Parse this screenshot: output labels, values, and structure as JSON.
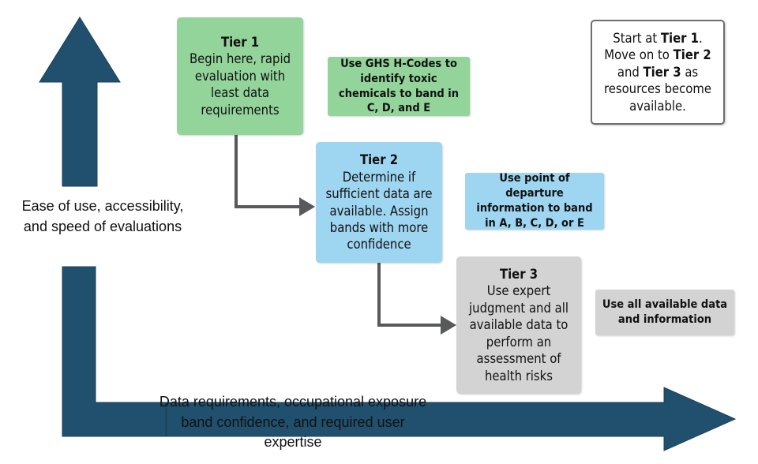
{
  "diagram": {
    "title_note": {
      "line1_prefix": "Start at ",
      "line1_bold": "Tier 1",
      "line1_suffix": ".",
      "line2_prefix": "Move on to ",
      "line2_bold": "Tier 2",
      "line3_prefix": "and ",
      "line3_bold": "Tier 3",
      "line3_suffix": " as",
      "line4": "resources become",
      "line5": "available."
    },
    "tiers": [
      {
        "id": "tier-1",
        "title": "Tier 1",
        "body": "Begin here, rapid evaluation with least data requirements",
        "color": "#93d49a",
        "callout": "Use GHS H-Codes to identify toxic chemicals to band in C, D, and E"
      },
      {
        "id": "tier-2",
        "title": "Tier 2",
        "body": "Determine if sufficient data are available. Assign bands with more confidence",
        "color": "#9ed5f0",
        "callout": "Use point of departure information to band in A, B, C, D, or E"
      },
      {
        "id": "tier-3",
        "title": "Tier 3",
        "body": "Use expert judgment and all available data to perform an assessment of health risks",
        "color": "#d3d3d3",
        "callout": "Use all available data and information"
      }
    ],
    "axes": {
      "vertical_label": "Ease of use, accessibility, and speed of evaluations",
      "horizontal_label": "Data requirements, occupational exposure band confidence, and required user expertise",
      "arrow_color": "#21506e",
      "connector_color": "#58595b"
    },
    "icons": {
      "up_arrow": "up-arrow-icon",
      "right_arrow": "right-arrow-icon",
      "connector_arrow": "elbow-arrow-icon"
    }
  }
}
